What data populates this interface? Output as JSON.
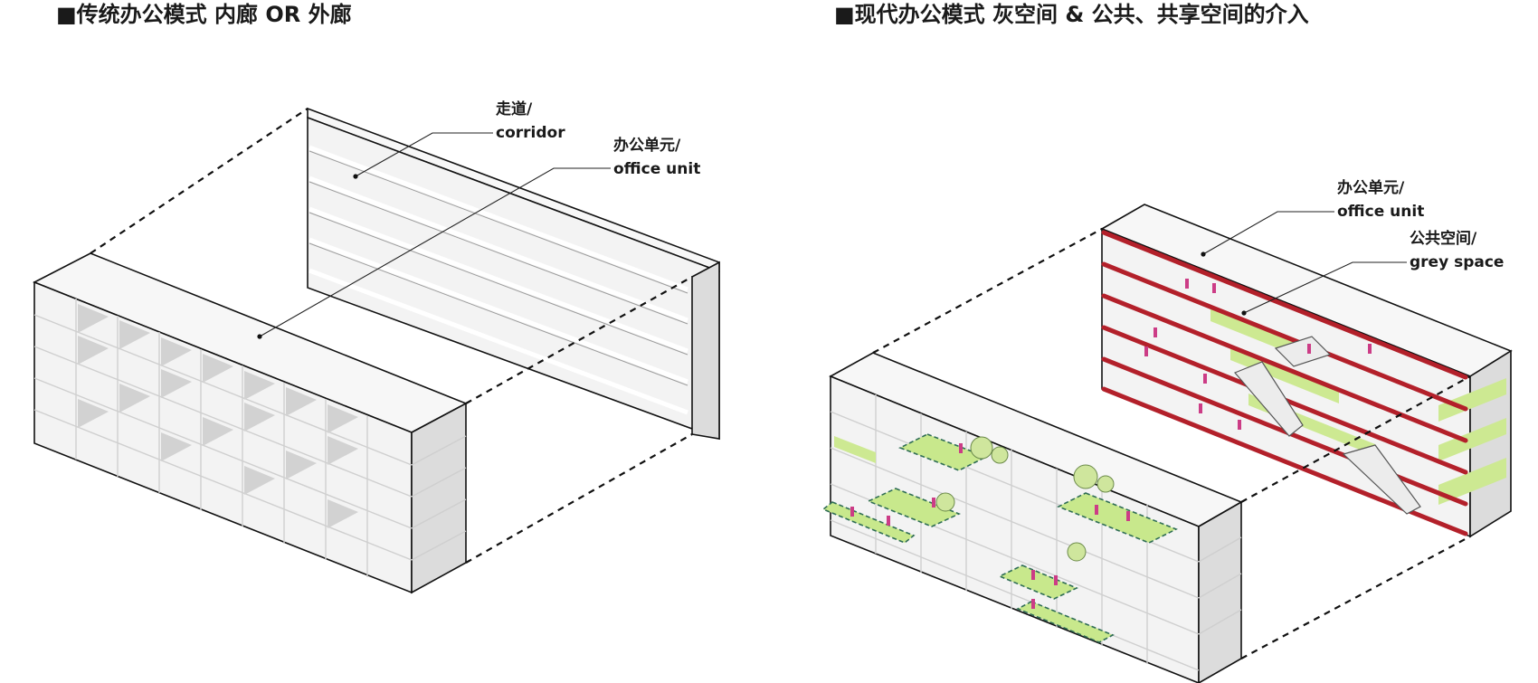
{
  "left_panel": {
    "title": "■传统办公模式  内廊 OR 外廊",
    "labels": {
      "corridor_cn": "走道/",
      "corridor_en": "corridor",
      "office_cn": "办公单元/",
      "office_en": "office unit"
    }
  },
  "right_panel": {
    "title": "■现代办公模式  灰空间 & 公共、共享空间的介入",
    "labels": {
      "office_cn": "办公单元/",
      "office_en": "office unit",
      "grey_cn": "公共空间/",
      "grey_en": "grey space"
    }
  },
  "colors": {
    "line": "#111111",
    "structure_red": "#b3202a",
    "grey_space_green": "#c8e88c",
    "people_magenta": "#cc3c86"
  }
}
